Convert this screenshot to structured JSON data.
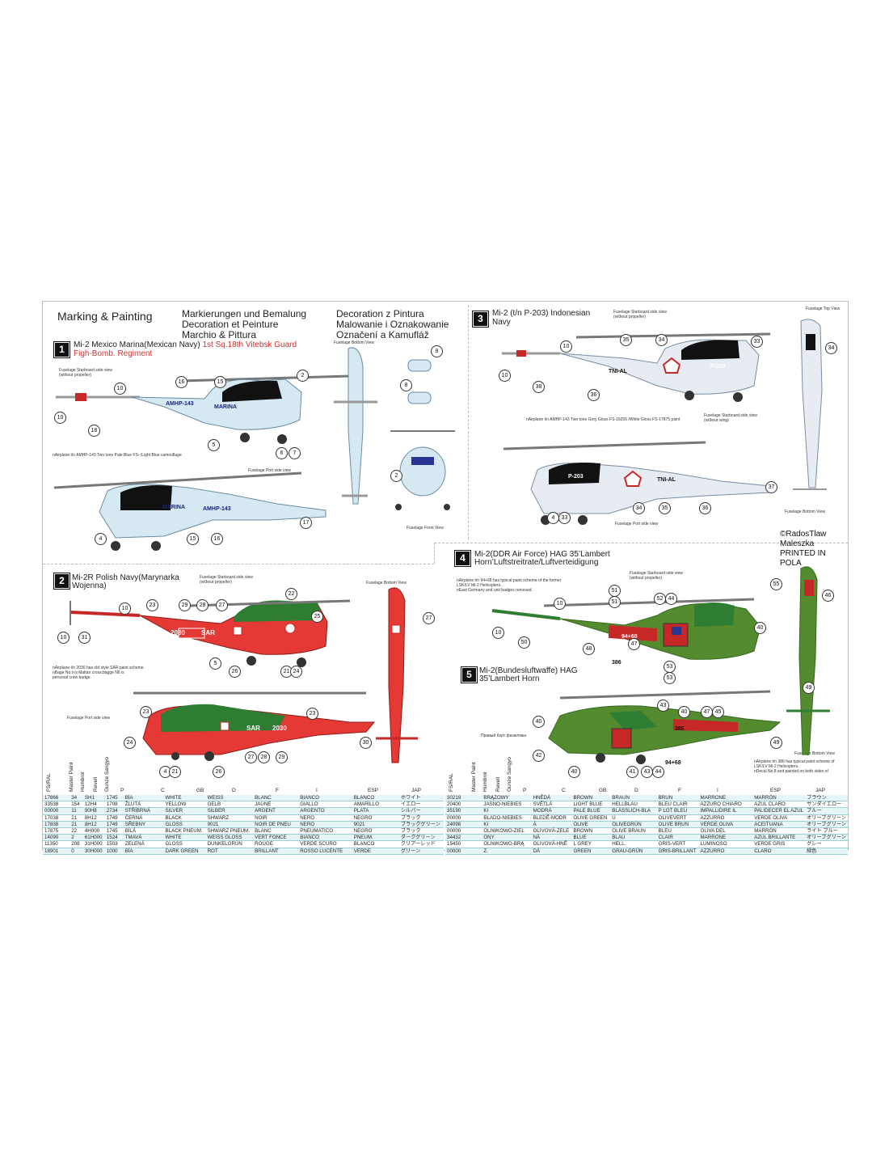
{
  "header": {
    "title_en": "Marking & Painting",
    "title_de": "Markierungen und Bemalung",
    "title_fr": "Decoration et Peinture",
    "title_it": "Marchio & Pittura",
    "title_pl1": "Decoration z Pintura",
    "title_pl2": "Malowanie i Oznakowanie",
    "title_cz": "Označení a Kamufláž"
  },
  "sections": [
    {
      "num": "1",
      "title": "Mi-2 Mexico Marina(Mexican Navy)",
      "title_red": "1st Sq.18th Vitebsk Guard",
      "subtitle": "Figh-Bomb. Regiment"
    },
    {
      "num": "2",
      "title": "Mi-2R Polish Navy(Marynarka",
      "title2": "Wojenna)"
    },
    {
      "num": "3",
      "title": "Mi-2 (t/n P-203) Indonesian",
      "title2": "Navy"
    },
    {
      "num": "4",
      "title": "Mi-2(DDR Air Force) HAG 35’Lambert",
      "title2": "Horn’Luftstreitrate/Luftverteidigung"
    },
    {
      "num": "5",
      "title": "Mi-2(Bundesluftwaffe) HAG",
      "title2": "35’Lambert Horn"
    }
  ],
  "view_labels": {
    "stbd": "Fuselage Starboard side view",
    "stbd_note": "(without propeller)",
    "port": "Fuselage Port side view",
    "bottom": "Fuselage Bottom View",
    "front": "Fuselage Front View",
    "top": "Fuselage Top View",
    "stbd_wing": "Fuselage Starboard side view",
    "stbd_wing_note": "(without wing)"
  },
  "notes": {
    "n1": "nAirplane t/n AMHP-143 Two tone Pale Blue FS-  /Light Blue  camouflage",
    "n2": "nAirplane t/n 2030 has old style SAR paint scheme.",
    "n2b": "nBage No.ii is Maltan cross,bagge N6   is personal crew badge.",
    "n3": "nAirplane t/n AMHP-143 Two tone Grey Gloss FS-16255 /White Gloss FS-17875 paint",
    "n4": "nAirplane t/n 94+68 has typical paint scheme of the former",
    "n4b": "LSK/LV Mi-2 Helicopters.",
    "n4c": "nEast Germany and unit badges removed.",
    "n5": "nAirplane t/n 386 has typical paint scheme of",
    "n5b": "LSK/LV Mi-2 Helicopters.",
    "n5c": "nDecal No.8 and painted on both sides of",
    "ru": "Правый борт фюзеляжа"
  },
  "regs": {
    "amhp": "AMHP-143",
    "marina": "MARINA",
    "sar": "SAR",
    "n2030": "2030",
    "tni": "TNI-AL",
    "p203": "P-203",
    "ddr": "94+68",
    "n386": "386"
  },
  "copyright": {
    "line1": "©RadosTlaw",
    "line2": "Maleszka",
    "line3": "PRINTED IN POLA"
  },
  "table": {
    "left_headers": [
      "FS/RAL",
      "Master Paint",
      "Humbrol",
      "Revell",
      "Gunze Sangyo",
      "P",
      "C",
      "GB",
      "D",
      "F",
      "I",
      "ESP",
      "JAP"
    ],
    "left_rows": [
      [
        "17866",
        "34",
        "SH1",
        "1745",
        "BÍA",
        "WHITE",
        "WEISS",
        "BLANC",
        "BIANCO",
        "BLANCO",
        "ホワイト"
      ],
      [
        "33538",
        "154",
        "12H4",
        "1708",
        "ŽLUTÁ",
        "YELLOW",
        "GELB",
        "JAUNE",
        "GIALLO",
        "AMARILLO",
        "イエロー"
      ],
      [
        "00000",
        "11",
        "90H8",
        "2734",
        "STŘÍBRNÁ",
        "SILVER",
        "SILBER",
        "ARGENT",
        "ARGENTO",
        "PLATA",
        "シルバー"
      ],
      [
        "17038",
        "21",
        "8H12",
        "1749",
        "ČERNÁ",
        "BLACK",
        "SHWARZ",
        "NOIR",
        "NERO",
        "NEGRO",
        "ブラック"
      ],
      [
        "17838",
        "21",
        "8H12",
        "1749",
        "SŘEBNY",
        "GLOSS",
        "9021",
        "NOIR DE PNEU",
        "NERO",
        "9021",
        "ブラックグリーン"
      ],
      [
        "17875",
        "22",
        "4H000",
        "1745",
        "BÍLÁ",
        "BLACK PNEUM.",
        "SHWARZ PNEUM.",
        "BLANC",
        "PNEUMATICO",
        "NEGRO",
        "ブラック"
      ],
      [
        "14090",
        "2",
        "61H000",
        "1524",
        "TMAVÁ",
        "WHITE",
        "WEISS GLOSS",
        "VERT FONCE",
        "BIANCO",
        "PNEUM.",
        "ダークグリーン"
      ],
      [
        "11350",
        "208",
        "31H000",
        "1503",
        "ZELENÁ",
        "GLOSS",
        "DUNKELGRÜN",
        "ROUGE",
        "VERDE SCURO",
        "BLANCO",
        "クリアーレッド"
      ],
      [
        "18901",
        "0",
        "30H000",
        "1000",
        "BÍA",
        "DARK GREEN",
        "ROT",
        "BRILLANT",
        "ROSSO LUCENTE",
        "VERDE",
        "グリーン"
      ]
    ],
    "right_rows": [
      [
        "30219",
        "BRĄZOWY",
        "HNĚDÁ",
        "BROWN",
        "BRAUN",
        "BRUN",
        "MARRONE",
        "MARRÓN",
        "ブラウン"
      ],
      [
        "20400",
        "JASNO-NIEBIES",
        "SVĚTLÁ",
        "LIGHT BLUE",
        "HELLBLAU",
        "BLEU CLAIR",
        "AZZURO CHIARO",
        "AZUL CLARO",
        "サンダイエロー"
      ],
      [
        "35190",
        "KI",
        "MODRÁ",
        "PALE BLUE",
        "BLÄSSLICH-BLA",
        "P LOT BLEU",
        "IMPALLIDIRE IL",
        "PALIDECER EL AZUL",
        "ブルー"
      ],
      [
        "00000",
        "BLADO-NIEBIES",
        "BLEDĚ-MODR",
        "OLIVE GREEN",
        "U",
        "OLIVEVERT",
        "AZZURRO",
        "VERDE OLIVA",
        "オリーブグリーン"
      ],
      [
        "24098",
        "KI",
        "Á",
        "OLIVE",
        "OLIVEGRÜN",
        "OLIVE BRUN",
        "VERDE OLIVA",
        "ACEITUANA",
        "オリーブグリーン"
      ],
      [
        "00000",
        "OLIWKOWO-ZIEL",
        "OLIVOVÁ-ZELE",
        "BROWN",
        "OLIVE BRAUN",
        "BLEU",
        "OLIVA DEL",
        "MARRÓN",
        "ライト ブルー"
      ],
      [
        "34432",
        "ONY",
        "NÁ",
        "BLUE",
        "BLAU",
        "CLAIR",
        "MARRONE",
        "AZUL BRILLANTE",
        "オリーブグリーン"
      ],
      [
        "15450",
        "OLIWKOWO-BRĄ",
        "OLIVOVÁ-HNĚ",
        "L GREY",
        "HELL.",
        "GRIS-VERT",
        "LUMINOSO",
        "VERDE GRIS",
        "グレー"
      ],
      [
        "00000",
        "Z.",
        "DÁ",
        "GREEN",
        "GRAU-GRÜN",
        "GRIS-BRILLANT",
        "AZZURRO",
        "CLARO",
        "緑色"
      ]
    ]
  }
}
